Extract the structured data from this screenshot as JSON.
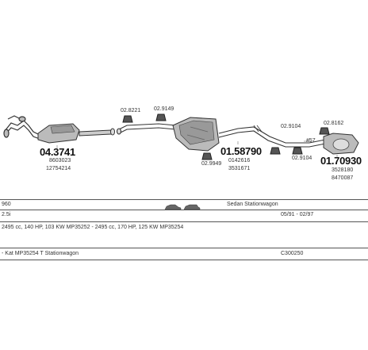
{
  "parts": {
    "p1_main": "04.3741",
    "p1_sub1": "8603023",
    "p1_sub2": "12754214",
    "p2_top1": "02.8221",
    "p2_top2": "02.9149",
    "p2_main": "01.58790",
    "p2_sub1": "0142616",
    "p2_sub2": "3531671",
    "p2_clamp": "02.9949",
    "p3_top1": "02.9104",
    "p3_mid": "#57",
    "p3_bot": "02.9104",
    "p4_top": "02.8162",
    "p4_main": "01.70930",
    "p4_sub1": "3528180",
    "p4_sub2": "8470087"
  },
  "table": {
    "row1": {
      "model": "960",
      "body": "Sedan Stationwagon"
    },
    "row2": {
      "engine": "2.5i",
      "years": "05/91 - 02/97"
    },
    "row3": {
      "spec": "2495 cc, 140 HP, 103 KW MP35252 - 2495 cc, 170 HP, 125 KW MP35254"
    },
    "row4": {
      "note": "- Kat MP35254 T Stationwagon",
      "code": "C300250"
    }
  },
  "colors": {
    "line": "#333333",
    "fill": "#bbbbbb",
    "dark": "#555555"
  }
}
